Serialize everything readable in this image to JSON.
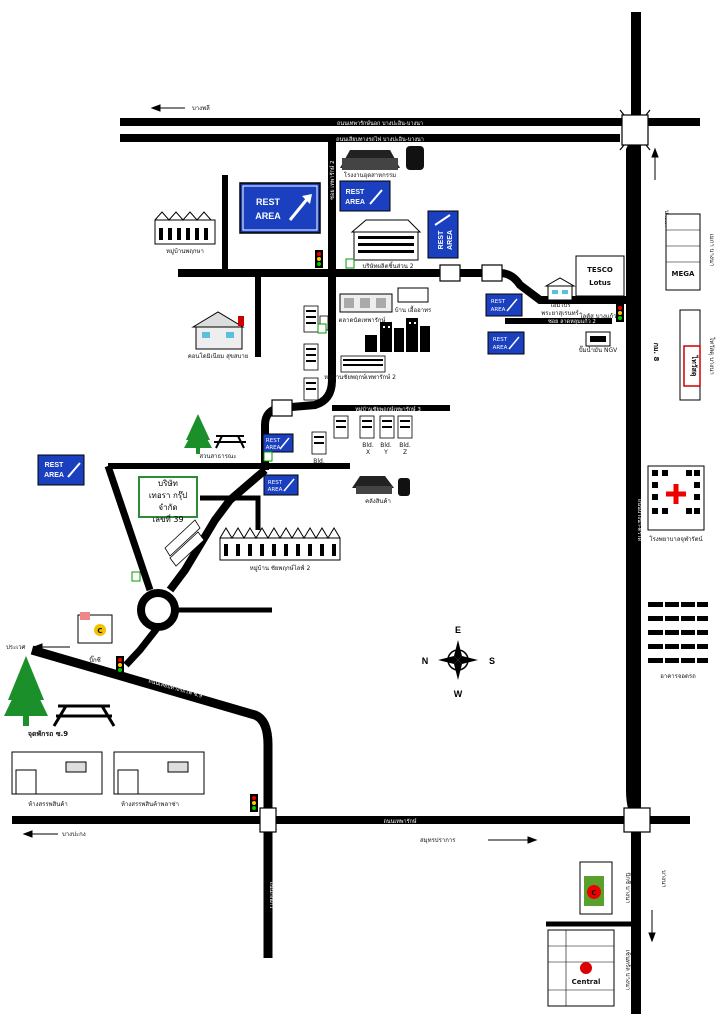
{
  "map": {
    "rest_area_label": [
      "REST",
      "AREA"
    ],
    "compass": {
      "north": "E",
      "south": "W",
      "east": "S",
      "west": "N"
    },
    "company_box": {
      "line1": "บริษัท",
      "line2": "เทอรา กรุ๊ป จำกัด",
      "line3": "เลขที่ 39"
    },
    "roads": {
      "top": "ถนนเทพารักษ์นอก บางปะอิน-บางนา",
      "top2": "ถนนเลียบทางรถไฟ บางปะอิน-บางนา",
      "bottom": "ถนนเทพารักษ์",
      "right": "ถนนบางนา-ตราด",
      "lower_vertical": "ถนนกิ่งแก้ว",
      "diagonal": "ถนนเลียบทางรถไฟ ซ.9",
      "mid_soi": "ซอย เทพารักษ์ 2",
      "soi3": "หมู่บ้านชัยพฤกษ์เทพารักษ์ 3"
    },
    "directions": {
      "to_bangphli": "บางพลี",
      "to_bangpu": "บางปะกง",
      "to_samutprakan": "สมุทรปราการ",
      "to_bangna_top": "บางนา",
      "to_bangna_right": "บางนา",
      "to_pracha": "ประเวศ"
    },
    "places": {
      "factory_top": "โรงงานอุตสาหกรรม",
      "village_left": "หมู่บ้านพฤกษา",
      "hospital_left": "คอนโดมิเนียม สุขสบาย",
      "factory_mid": "บริษัทผลิตชิ้นส่วน 2",
      "market_mid": "ตลาดนัดเทพารักษ์",
      "park": "สวนสาธารณะ",
      "mall1": "บ้าน เอื้ออาทร",
      "bldg_group_a": "หมู่บ้านชัยพฤกษ์เทพารักษ์ 2",
      "bld": "Bld.",
      "bld_x": "X",
      "bld_y": "Y",
      "bld_z": "Z",
      "warehouse": "คลังสินค้า",
      "village_lower": "หมู่บ้าน ชัยพฤกษ์ไลฟ์ 2",
      "big_c_left": "บิ๊กซี",
      "rest_lower": "จุดพักรถ ซ.9",
      "shop1": "ห้างสรรพสินค้า",
      "shop2": "ห้างสรรพสินค้าพลาซ่า",
      "tesco": "TESCO",
      "lotus": "Lotus",
      "tesco_label": "โลตัส บางแก้ว",
      "house_label": "โฮมโปร",
      "house_label2": "พระยาสุเรนทร์",
      "ngv": "ปั๊มน้ำมัน NGV",
      "mega": "MEGA",
      "mega_label": "เมกา บางนา",
      "km8": "กม. 8",
      "thaiwatsadu": "ไทวัสดุ",
      "thaiwatsadu_label": "ไทวัสดุ บางนา",
      "hospital_right": "โรงพยาบาลจุฬารัตน์",
      "parking": "อาคารจอดรถ",
      "bigc_right": "บิ๊กซี บางนา",
      "central": "Central",
      "central_label": "เซ็นทรัล บางนา",
      "small_road_lbl": "ซอย ลาดหลุมแก้ว 2"
    }
  }
}
